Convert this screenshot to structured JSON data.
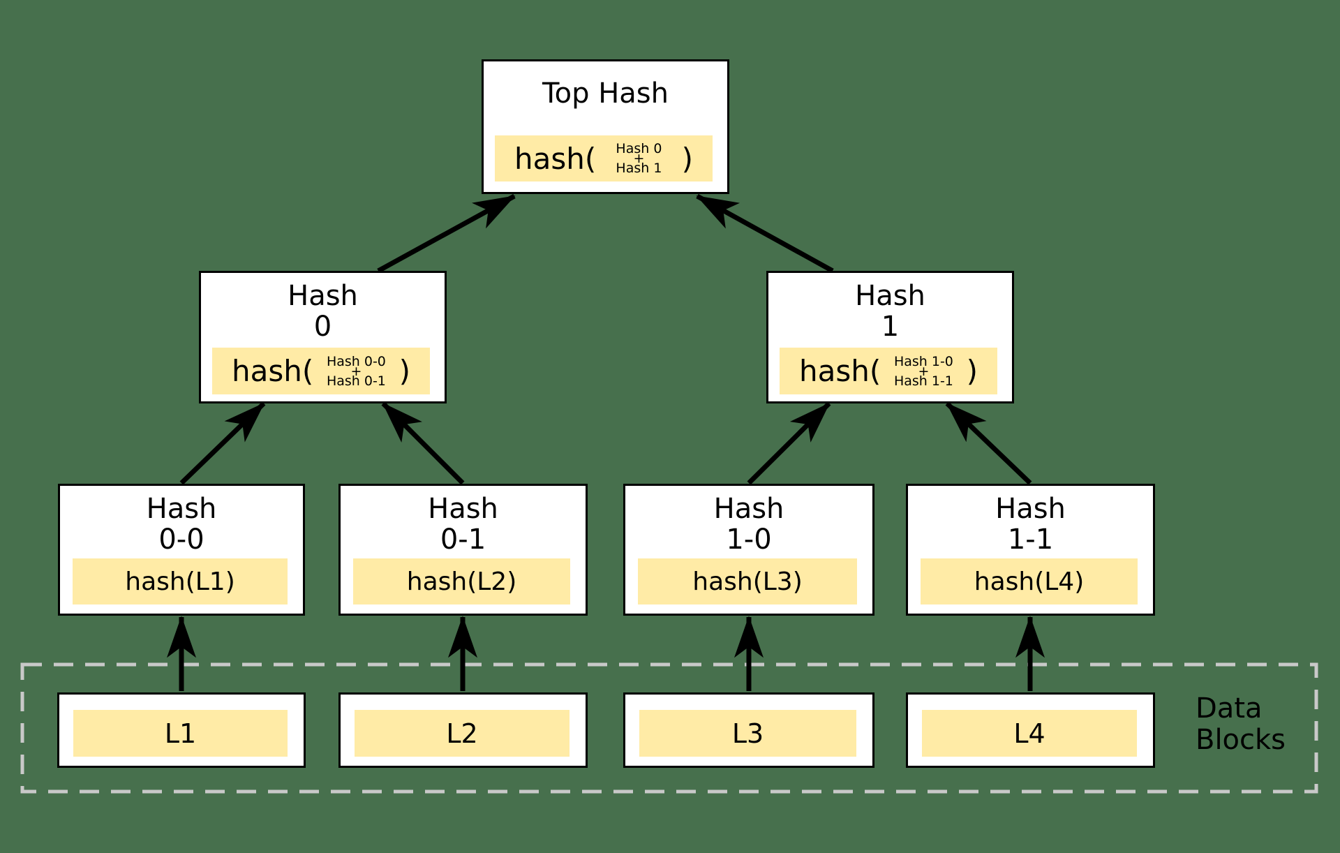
{
  "colors": {
    "background": "#47704d",
    "box_fill": "#ffffff",
    "box_border": "#000000",
    "highlight": "#ffeba6",
    "dash_border": "#c9c9c9",
    "arrow": "#000000",
    "text": "#000000"
  },
  "nodes": {
    "top": {
      "title": "Top Hash",
      "fn": "hash(",
      "arg1": "Hash 0",
      "op": "+",
      "arg2": "Hash 1",
      "close": ")"
    },
    "hash0": {
      "title1": "Hash",
      "title2": "0",
      "fn": "hash(",
      "arg1": "Hash 0-0",
      "op": "+",
      "arg2": "Hash 0-1",
      "close": ")"
    },
    "hash1": {
      "title1": "Hash",
      "title2": "1",
      "fn": "hash(",
      "arg1": "Hash 1-0",
      "op": "+",
      "arg2": "Hash 1-1",
      "close": ")"
    },
    "hash00": {
      "title1": "Hash",
      "title2": "0-0",
      "formula": "hash(L1)"
    },
    "hash01": {
      "title1": "Hash",
      "title2": "0-1",
      "formula": "hash(L2)"
    },
    "hash10": {
      "title1": "Hash",
      "title2": "1-0",
      "formula": "hash(L3)"
    },
    "hash11": {
      "title1": "Hash",
      "title2": "1-1",
      "formula": "hash(L4)"
    }
  },
  "leaves": {
    "l1": "L1",
    "l2": "L2",
    "l3": "L3",
    "l4": "L4"
  },
  "data_blocks": {
    "line1": "Data",
    "line2": "Blocks"
  }
}
